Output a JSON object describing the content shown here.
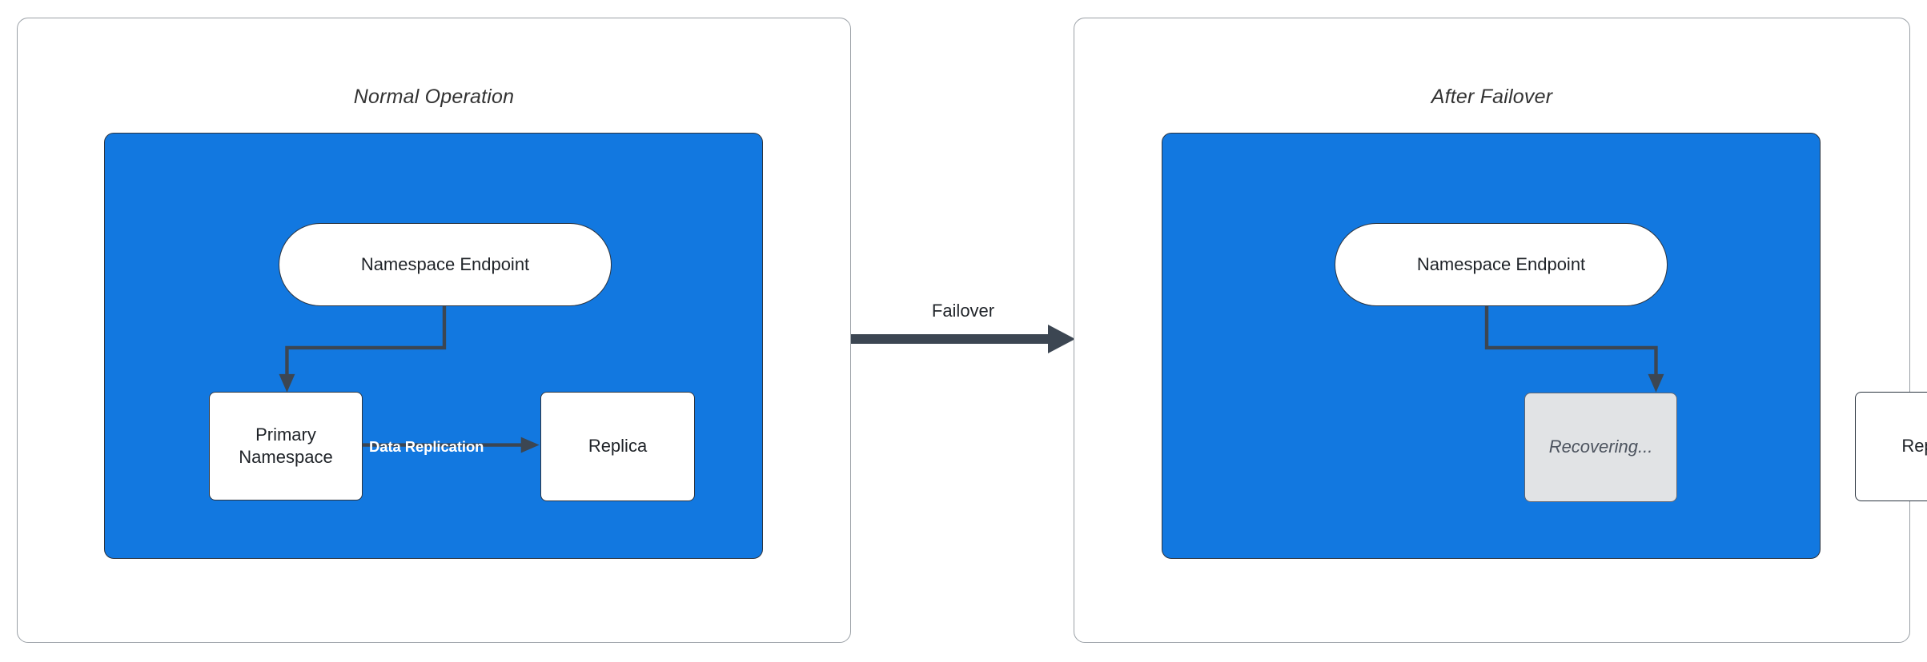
{
  "diagram": {
    "title_left": "Normal Operation",
    "title_right": "After Failover",
    "transition_label": "Failover",
    "accent_color": "#1278e0",
    "stroke_color": "#3c4652",
    "recovering_fill": "#e1e3e5",
    "panels": [
      {
        "id": "normal-operation",
        "title": "Normal Operation",
        "nodes": [
          {
            "id": "endpoint-left",
            "label": "Namespace Endpoint",
            "shape": "pill",
            "state": "active"
          },
          {
            "id": "primary",
            "label": "Primary\nNamespace",
            "shape": "rect",
            "state": "active"
          },
          {
            "id": "replica-left",
            "label": "Replica",
            "shape": "rect",
            "state": "active"
          }
        ],
        "edges": [
          {
            "from": "endpoint-left",
            "to": "primary",
            "label": ""
          },
          {
            "from": "primary",
            "to": "replica-left",
            "label": "Data Replication"
          }
        ]
      },
      {
        "id": "after-failover",
        "title": "After Failover",
        "nodes": [
          {
            "id": "endpoint-right",
            "label": "Namespace Endpoint",
            "shape": "pill",
            "state": "active"
          },
          {
            "id": "recovering",
            "label": "Recovering...",
            "shape": "rect",
            "state": "disabled"
          },
          {
            "id": "replica-right",
            "label": "Replica",
            "shape": "rect",
            "state": "active"
          }
        ],
        "edges": [
          {
            "from": "endpoint-right",
            "to": "replica-right",
            "label": ""
          }
        ]
      }
    ],
    "labels": {
      "endpoint": "Namespace Endpoint",
      "primary_line1": "Primary",
      "primary_line2": "Namespace",
      "replica": "Replica",
      "recovering": "Recovering...",
      "data_replication": "Data Replication"
    }
  }
}
